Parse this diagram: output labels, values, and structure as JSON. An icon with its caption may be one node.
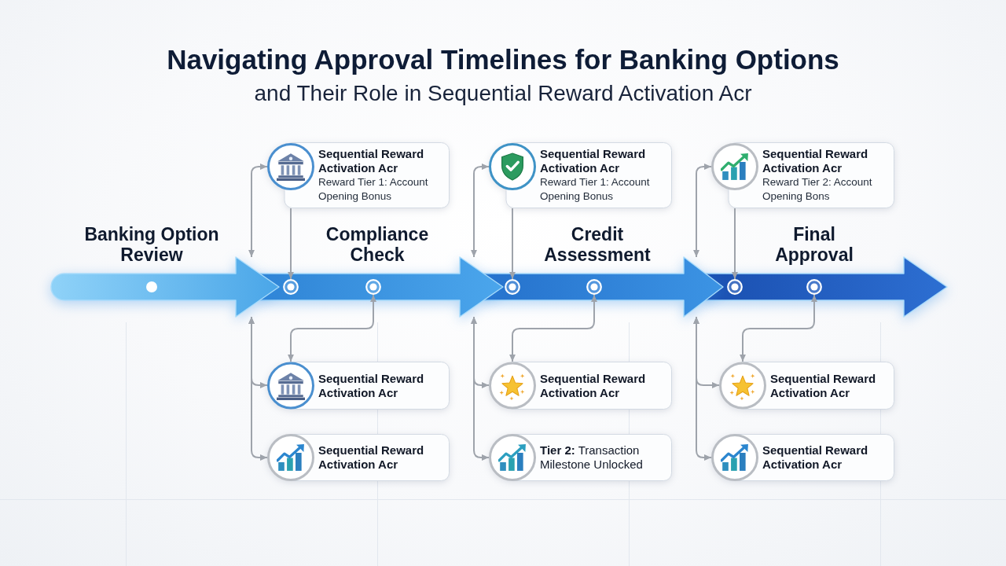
{
  "diagram": {
    "title": "Navigating Approval Timelines for Banking Options",
    "nodes": [
      {
        "text": [
          "Banking Option Review"
        ]
      },
      {
        "text": [],
        "shape": "circle",
        "in": 0
      },
      {
        "text": [
          "Sequential Reward Activation Acr",
          "Reward Tier 1: Account Opening Bonus"
        ]
      },
      {
        "text": [
          "Compliance Check"
        ]
      },
      {
        "text": [],
        "shape": "circle",
        "in": 3
      },
      {
        "text": [],
        "shape": "circle",
        "in": 3
      },
      {
        "text": [
          "Sequential Reward Activation Acr"
        ]
      },
      {
        "text": [
          "Sequential Reward Activation Acr"
        ]
      },
      {
        "text": [
          "Sequential Reward Activation Acr",
          "Reward Tier 1: Account Opening Bonus"
        ]
      },
      {
        "text": [
          "Credit Assessment"
        ]
      },
      {
        "text": [],
        "shape": "circle",
        "in": 9
      },
      {
        "text": [],
        "shape": "circle",
        "in": 9
      },
      {
        "text": [
          "Sequential Reward Activation Acr"
        ]
      },
      {
        "text": [
          "**Tier 2:** Transaction Milestone Unlocked"
        ]
      },
      {
        "text": [
          "Sequential Reward Activation Acr",
          "Reward Tier 2: Account Opening Bons"
        ]
      },
      {
        "text": [
          "Final Approval"
        ]
      },
      {
        "text": [],
        "shape": "circle",
        "in": 15
      },
      {
        "text": [],
        "shape": "circle",
        "in": 15
      },
      {
        "text": [
          "Sequential Reward Activation Acr"
        ]
      },
      {
        "text": [
          "Sequential Reward Activation Acr"
        ]
      }
    ],
    "edges": [
      {
        "from": 2,
        "to": 0,
        "arrow": "both"
      },
      {
        "from": 2,
        "to": 4,
        "arrow": "to"
      },
      {
        "from": 5,
        "to": 6,
        "arrow": "both"
      },
      {
        "from": 0,
        "to": 6,
        "arrow": "both"
      },
      {
        "from": 0,
        "to": 7,
        "arrow": "both"
      },
      {
        "from": 8,
        "to": 3,
        "arrow": "both"
      },
      {
        "from": 8,
        "to": 10,
        "arrow": "to"
      },
      {
        "from": 11,
        "to": 12,
        "arrow": "both"
      },
      {
        "from": 3,
        "to": 12,
        "arrow": "both"
      },
      {
        "from": 3,
        "to": 13,
        "arrow": "both"
      },
      {
        "from": 14,
        "to": 9,
        "arrow": "both"
      },
      {
        "from": 14,
        "to": 16,
        "arrow": "to"
      },
      {
        "from": 17,
        "to": 18,
        "arrow": "both"
      },
      {
        "from": 9,
        "to": 18,
        "arrow": "both"
      },
      {
        "from": 9,
        "to": 19,
        "arrow": "both"
      }
    ],
    "labels": [
      "and Their Role in Sequential Reward Activation Acr"
    ]
  }
}
